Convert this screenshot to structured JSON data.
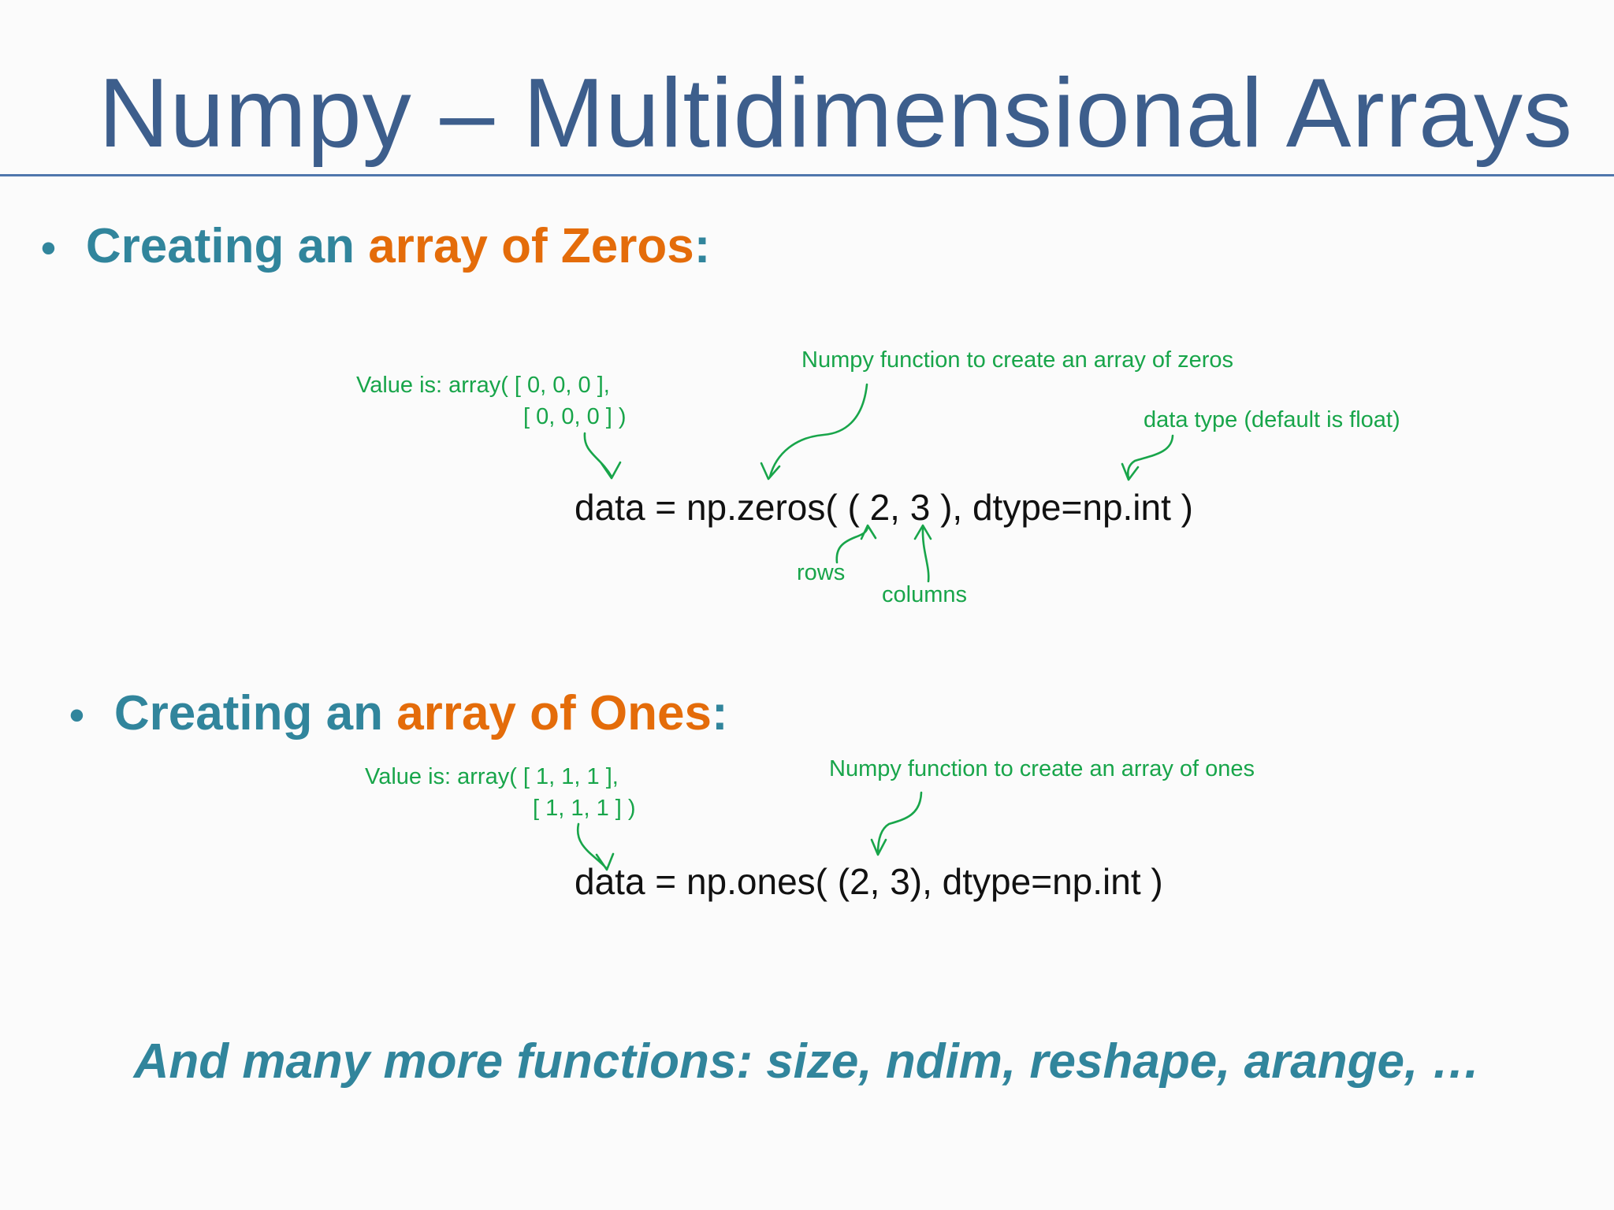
{
  "title": "Numpy – Multidimensional Arrays",
  "section_zeros": {
    "bullet": "•",
    "prefix": "Creating an ",
    "highlight": "array of Zeros",
    "suffix": ":",
    "code": "data = np.zeros( ( 2, 3 ), dtype=np.int )",
    "value_line1": "Value is: array( [ 0, 0, 0 ],",
    "value_line2": "[ 0, 0, 0 ] )",
    "function_note": "Numpy function to create an array of zeros",
    "dtype_note": "data type (default is float)",
    "rows_note": "rows",
    "columns_note": "columns"
  },
  "section_ones": {
    "bullet": "•",
    "prefix": "Creating an ",
    "highlight": "array of Ones",
    "suffix": ":",
    "code": "data = np.ones( (2, 3), dtype=np.int )",
    "value_line1": "Value is: array( [ 1, 1, 1 ],",
    "value_line2": "[ 1, 1, 1 ] )",
    "function_note": "Numpy function to create an array of ones"
  },
  "footer": "And many more functions: size, ndim, reshape, arange, …",
  "colors": {
    "title": "#3d5e8c",
    "heading_teal": "#31859c",
    "heading_orange": "#e46c0a",
    "annotation_green": "#18a54a",
    "rule": "#4f76ad"
  }
}
